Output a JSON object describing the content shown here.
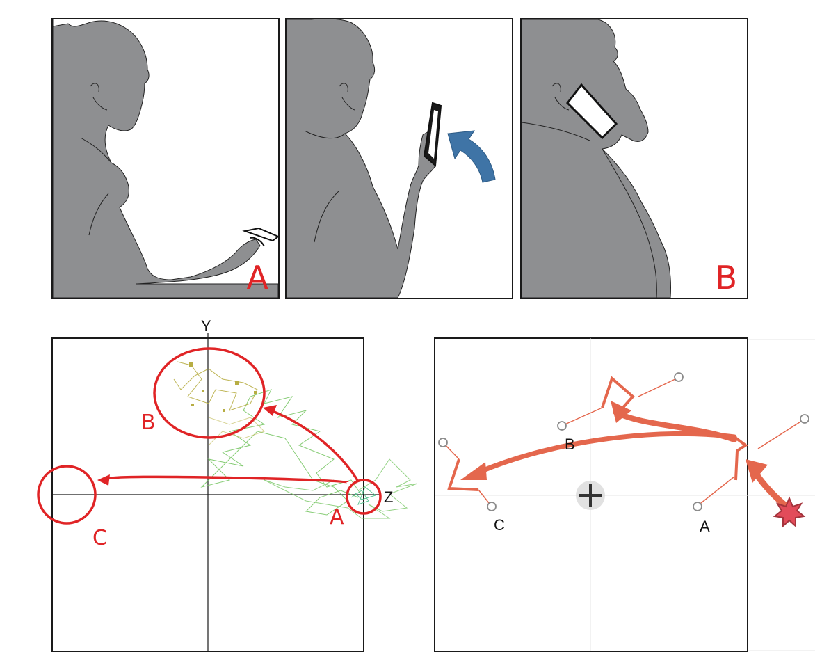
{
  "figure": {
    "phone_panels": [
      {
        "id": "panel-1",
        "letter": "A"
      },
      {
        "id": "panel-2",
        "letter": ""
      },
      {
        "id": "panel-3",
        "letter": "B"
      }
    ],
    "trajectory_plot": {
      "axis_y_label": "Y",
      "axis_z_label": "Z",
      "region_labels": {
        "a": "A",
        "b": "B",
        "c": "C"
      }
    },
    "gesture_canvas": {
      "point_labels": {
        "a": "A",
        "b": "B",
        "c": "C"
      }
    },
    "colors": {
      "silhouette": "#8e8f91",
      "annotation_red": "#e02426",
      "motion_arrow_blue": "#3f74a6",
      "gesture_orange": "#e4674d",
      "trail_green": "#79c766",
      "trail_olive": "#b7ad43"
    },
    "icons": [
      "curved-arrow-icon",
      "crosshair-icon",
      "star-marker-icon",
      "phone-icon"
    ]
  }
}
